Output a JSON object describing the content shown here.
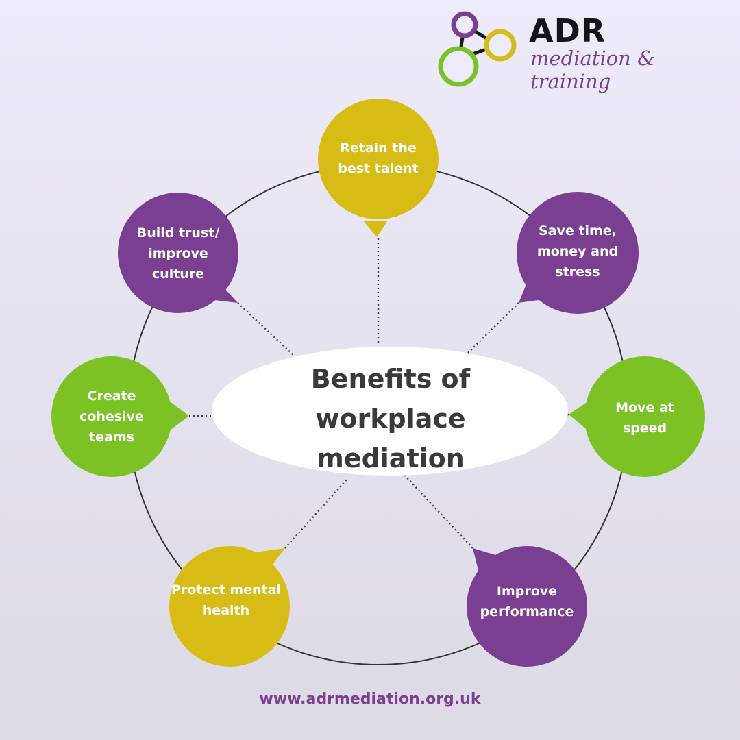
{
  "logo": {
    "name": "ADR",
    "tagline": "mediation & training",
    "colors": {
      "purple": "#7b3f91",
      "yellow": "#d4bc1a",
      "green": "#7dc12a",
      "line": "#1a1a1a"
    }
  },
  "center": {
    "title": "Benefits of\nworkplace\nmediation",
    "fill": "#ffffff"
  },
  "nodes": [
    {
      "label": "Retain the\nbest talent",
      "color": "#d8bc16"
    },
    {
      "label": "Save time,\nmoney and\nstress",
      "color": "#7b3f91"
    },
    {
      "label": "Move at\nspeed",
      "color": "#7dc224"
    },
    {
      "label": "Improve\nperformance",
      "color": "#7b3f91"
    },
    {
      "label": "Protect mental\nhealth",
      "color": "#d8bc16"
    },
    {
      "label": "Create\ncohesive\nteams",
      "color": "#7dc224"
    },
    {
      "label": "Build trust/\nimprove\nculture",
      "color": "#7b3f91"
    }
  ],
  "footer": {
    "url": "www.adrmediation.org.uk"
  }
}
